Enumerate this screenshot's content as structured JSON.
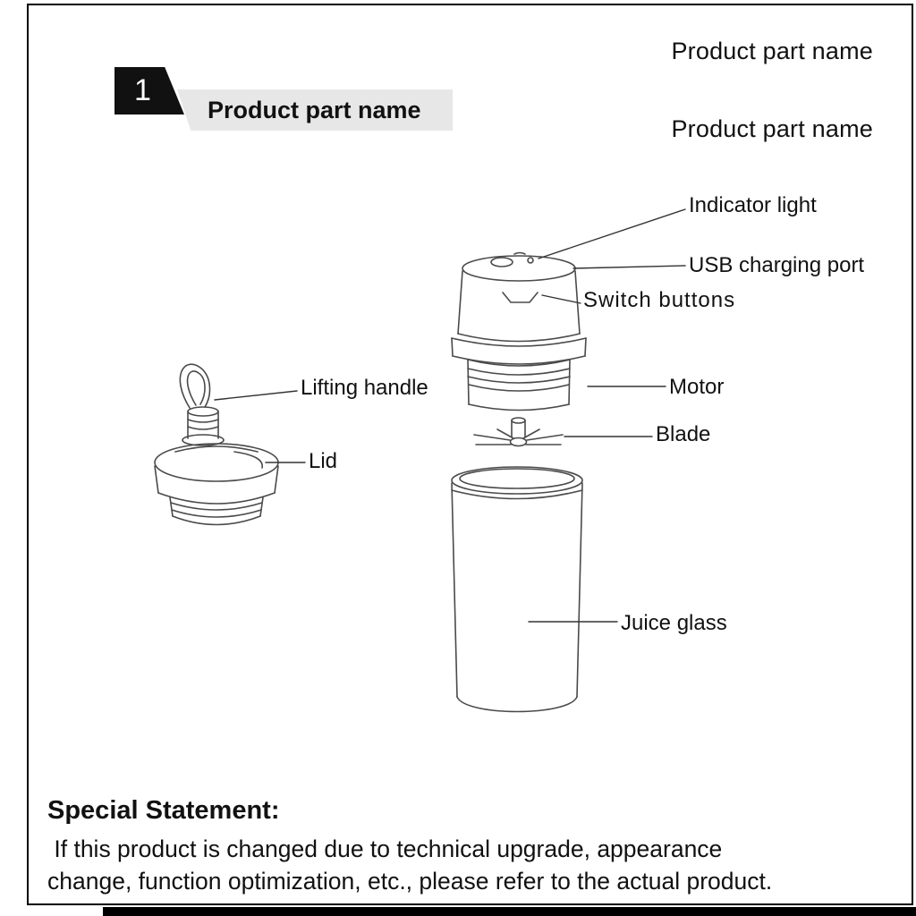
{
  "header": {
    "section_number": "1",
    "section_title": "Product part name",
    "top_right_line1": "Product part name",
    "top_right_line2": "Product part name"
  },
  "diagram": {
    "labels": {
      "indicator_light": "Indicator light",
      "usb_charging_port": "USB charging port",
      "switch_buttons": "Switch buttons",
      "motor": "Motor",
      "blade": "Blade",
      "juice_glass": "Juice glass",
      "lifting_handle": "Lifting handle",
      "lid": "Lid"
    }
  },
  "statement": {
    "title": "Special Statement:",
    "lines": [
      " If this product is changed due to technical upgrade, appearance",
      "change, function optimization, etc., please refer to the actual product."
    ]
  },
  "colors": {
    "badge_bg": "#111111",
    "band_bg": "#e7e7e7",
    "drawing_stroke": "#4a4a4a",
    "text_color": "#111111"
  }
}
